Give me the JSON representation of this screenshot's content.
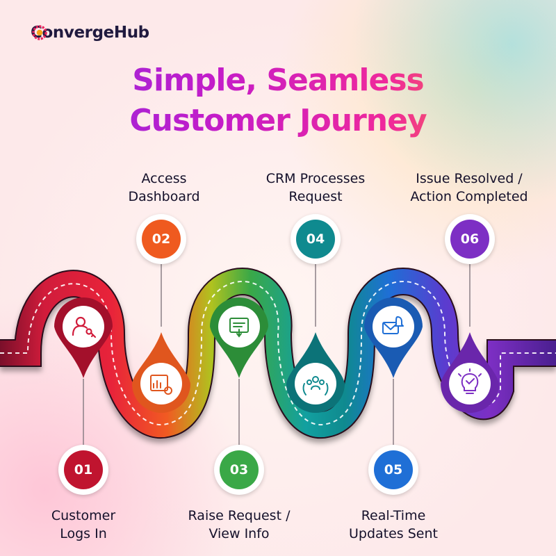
{
  "brand": {
    "name": "ConvergeHub",
    "icon": "gear-ring-logo-icon"
  },
  "title": {
    "line1": "Simple, Seamless",
    "line2": "Customer Journey"
  },
  "colors": {
    "red": "#d11c3b",
    "orange": "#f15a22",
    "green": "#3aa847",
    "teal": "#0f8a8f",
    "blue": "#1f6fd6",
    "purple": "#7d2fc4",
    "dark_purple": "#4a1f8f"
  },
  "steps": [
    {
      "number": "01",
      "label_lines": [
        "Customer",
        "Logs In"
      ],
      "icon": "user-key-icon",
      "color": "#d11c3b"
    },
    {
      "number": "02",
      "label_lines": [
        "Access",
        "Dashboard"
      ],
      "icon": "dashboard-chart-icon",
      "color": "#f15a22"
    },
    {
      "number": "03",
      "label_lines": [
        "Raise Request /",
        "View Info"
      ],
      "icon": "request-form-icon",
      "color": "#3aa847"
    },
    {
      "number": "04",
      "label_lines": [
        "CRM Processes",
        "Request"
      ],
      "icon": "team-process-icon",
      "color": "#0f8a8f"
    },
    {
      "number": "05",
      "label_lines": [
        "Real-Time",
        "Updates Sent"
      ],
      "icon": "mail-bell-icon",
      "color": "#1f6fd6"
    },
    {
      "number": "06",
      "label_lines": [
        "Issue Resolved /",
        "Action Completed"
      ],
      "icon": "lightbulb-check-icon",
      "color": "#7d2fc4"
    }
  ]
}
